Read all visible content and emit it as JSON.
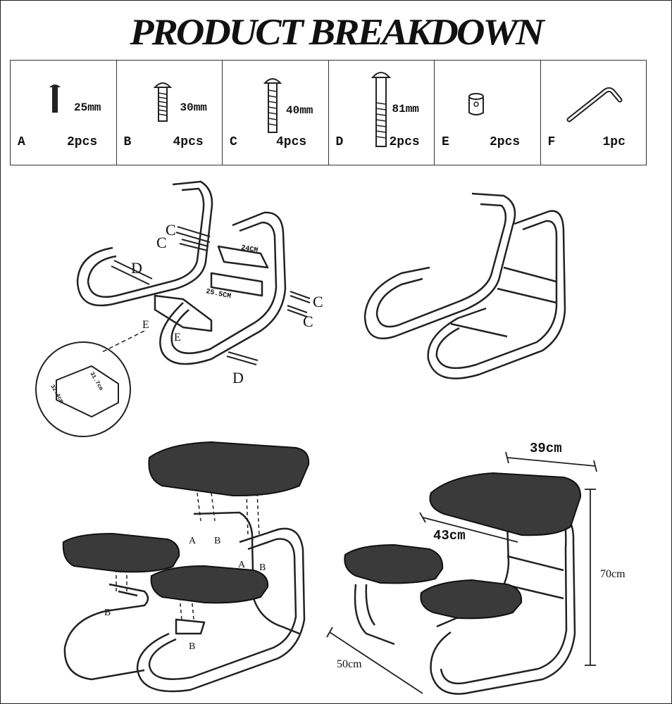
{
  "title": "PRODUCT BREAKDOWN",
  "parts": [
    {
      "letter": "A",
      "size": "25mm",
      "qty": "2pcs",
      "icon": "short-bolt-icon"
    },
    {
      "letter": "B",
      "size": "30mm",
      "qty": "4pcs",
      "icon": "bolt-icon"
    },
    {
      "letter": "C",
      "size": "40mm",
      "qty": "4pcs",
      "icon": "long-bolt-icon"
    },
    {
      "letter": "D",
      "size": "81mm",
      "qty": "2pcs",
      "icon": "extra-long-bolt-icon"
    },
    {
      "letter": "E",
      "size": "",
      "qty": "2pcs",
      "icon": "barrel-nut-icon"
    },
    {
      "letter": "F",
      "size": "",
      "qty": "1pc",
      "icon": "allen-key-icon"
    }
  ],
  "assembly": {
    "labels": {
      "c": "C",
      "d": "D",
      "e": "E",
      "a": "A",
      "b": "B"
    },
    "frame_dims": {
      "top": "24CM",
      "bottom": "25.5CM"
    },
    "detail_dims": {
      "length": "31.7cm",
      "width": "32.4cm"
    }
  },
  "dimensions": {
    "width": "39cm",
    "depth": "43cm",
    "height": "70cm",
    "length": "50cm"
  }
}
